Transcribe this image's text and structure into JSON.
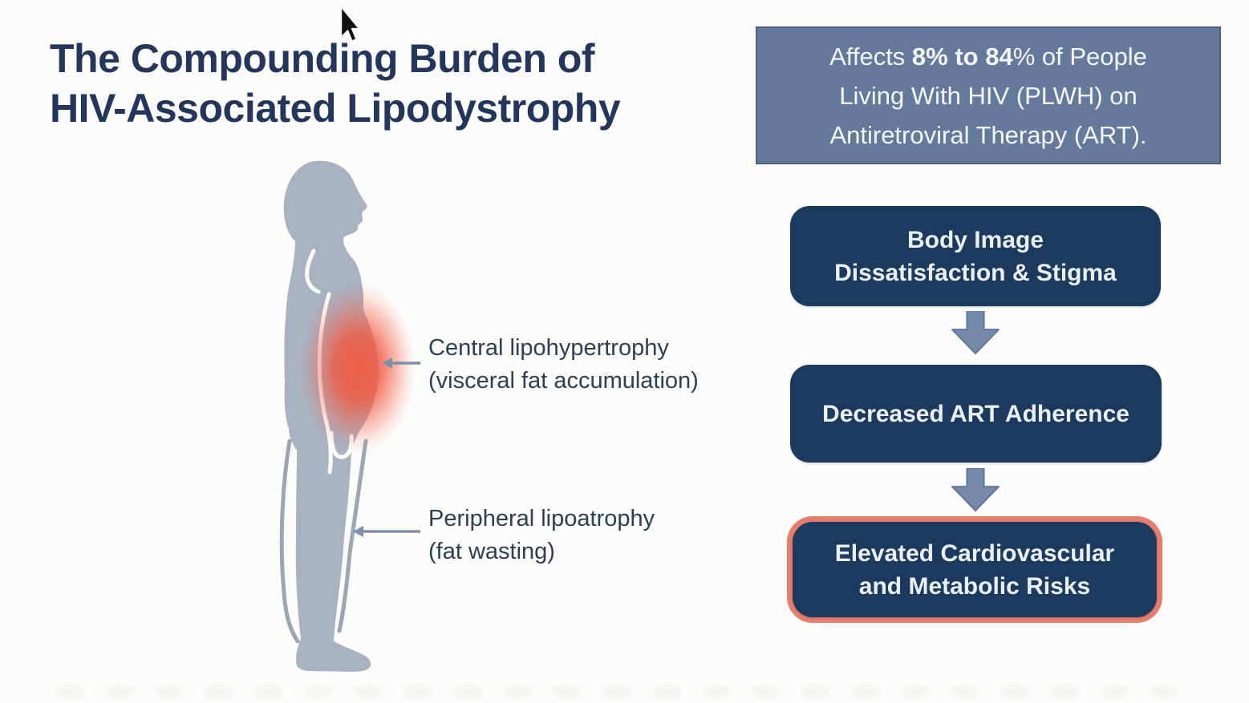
{
  "page": {
    "background": "#fcfcfa"
  },
  "title": {
    "text": "The Compounding Burden of\nHIV-Associated Lipodystrophy",
    "color": "#24365c"
  },
  "prevalence_banner": {
    "bg_color": "#64799b",
    "line1_pre": "Affects ",
    "line1_bold": "8% to 84",
    "line1_post": "% of People",
    "line2": "Living With HIV (PLWH) on",
    "line3": "Antiretroviral Therapy (ART)."
  },
  "figure": {
    "body_color": "#a9b2c1",
    "contour_color": "#9aa5b5",
    "glow_color": "#f2573e",
    "arrow_color": "#7e90aa",
    "annotations": [
      {
        "text": "Central lipohypertrophy\n(visceral fat accumulation)"
      },
      {
        "text": "Peripheral lipoatrophy\n(fat wasting)"
      }
    ]
  },
  "flowchart": {
    "box_color": "#1b3a5e",
    "arrow_color": "#7589ab",
    "highlight_border_color": "#e87d6d",
    "steps": [
      {
        "label": "Body Image\nDissatisfaction & Stigma",
        "highlighted": false
      },
      {
        "label": "Decreased ART Adherence",
        "highlighted": false
      },
      {
        "label": "Elevated Cardiovascular\nand Metabolic Risks",
        "highlighted": true
      }
    ]
  }
}
